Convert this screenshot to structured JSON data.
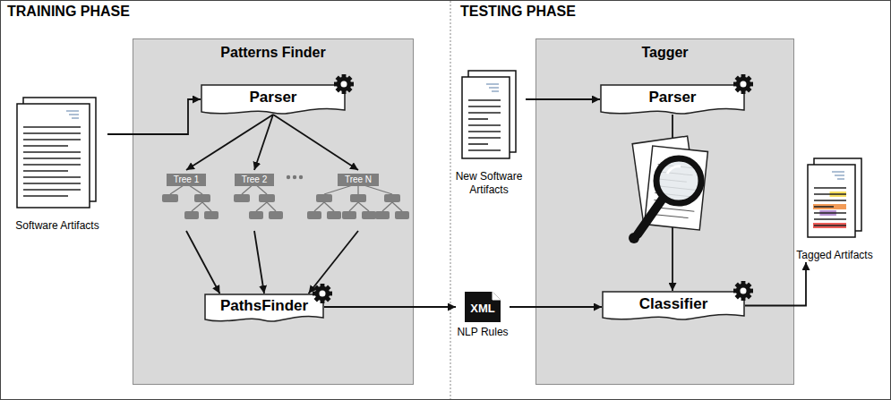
{
  "diagram": {
    "nodes": [
      {
        "text": [
          "Software Artifacts"
        ]
      },
      {
        "text": [
          "Patterns Finder"
        ]
      },
      {
        "text": [
          "Parser"
        ],
        "in": 1
      },
      {
        "text": [
          "Tree 1"
        ],
        "in": 1
      },
      {
        "text": [
          "Tree 2"
        ],
        "in": 1
      },
      {
        "text": [
          "Tree N"
        ],
        "in": 1
      },
      {
        "text": [
          "PathsFinder"
        ],
        "in": 1
      },
      {
        "text": [
          "New Software Artifacts"
        ]
      },
      {
        "text": [
          "XML",
          "NLP Rules"
        ]
      },
      {
        "text": [
          "Tagger"
        ]
      },
      {
        "text": [
          "Parser"
        ],
        "in": 9
      },
      {
        "text": [
          "Classifier"
        ],
        "in": 9
      },
      {
        "text": [
          "Tagged Artifacts"
        ]
      }
    ],
    "edges": [
      {
        "from": 0,
        "to": 2,
        "arrow": "to"
      },
      {
        "from": 2,
        "to": 3,
        "arrow": "to"
      },
      {
        "from": 2,
        "to": 4,
        "arrow": "to"
      },
      {
        "from": 2,
        "to": 5,
        "arrow": "to"
      },
      {
        "from": 3,
        "to": 6,
        "arrow": "to"
      },
      {
        "from": 4,
        "to": 6,
        "arrow": "to"
      },
      {
        "from": 5,
        "to": 6,
        "arrow": "to"
      },
      {
        "from": 6,
        "to": 8,
        "arrow": "to"
      },
      {
        "from": 7,
        "to": 10,
        "arrow": "to"
      },
      {
        "from": 8,
        "to": 11,
        "arrow": "to"
      },
      {
        "from": 10,
        "to": 11,
        "arrow": "to"
      },
      {
        "from": 11,
        "to": 12,
        "arrow": "to"
      }
    ],
    "labels": [
      "TRAINING PHASE",
      "TESTING PHASE"
    ]
  }
}
